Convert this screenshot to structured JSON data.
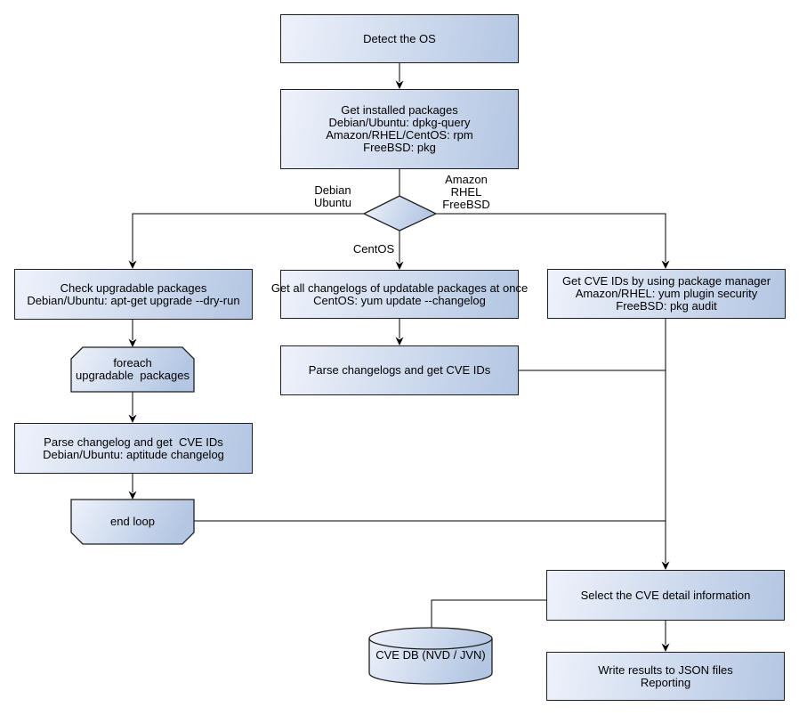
{
  "diagram_type": "flowchart",
  "nodes": {
    "detect_os": {
      "shape": "rectangle",
      "lines": [
        "Detect the OS"
      ]
    },
    "get_installed_packages": {
      "shape": "rectangle",
      "lines": [
        "Get installed packages",
        "Debian/Ubuntu: dpkg-query",
        "Amazon/RHEL/CentOS: rpm",
        "FreeBSD: pkg"
      ]
    },
    "os_decision": {
      "shape": "diamond",
      "lines": []
    },
    "check_upgradable_packages": {
      "shape": "rectangle",
      "lines": [
        "Check upgradable packages",
        "Debian/Ubuntu: apt-get upgrade --dry-run"
      ]
    },
    "foreach_upgradable_packages": {
      "shape": "loop-start",
      "lines": [
        "foreach",
        "upgradable  packages"
      ]
    },
    "parse_changelog_debian": {
      "shape": "rectangle",
      "lines": [
        "Parse changelog and get  CVE IDs",
        "Debian/Ubuntu: aptitude changelog"
      ]
    },
    "end_loop": {
      "shape": "loop-end",
      "lines": [
        "end loop"
      ]
    },
    "get_all_changelogs": {
      "shape": "rectangle",
      "lines": [
        "Get all changelogs of updatable packages at once",
        "CentOS: yum update --changelog"
      ]
    },
    "parse_changelogs_centos": {
      "shape": "rectangle",
      "lines": [
        "Parse changelogs and get CVE IDs"
      ]
    },
    "get_cve_ids_package_manager": {
      "shape": "rectangle",
      "lines": [
        "Get CVE IDs by using package manager",
        "Amazon/RHEL: yum plugin security",
        "FreeBSD: pkg audit"
      ]
    },
    "select_cve_detail": {
      "shape": "rectangle",
      "lines": [
        "Select the CVE detail information"
      ]
    },
    "cve_db": {
      "shape": "cylinder",
      "lines": [
        "CVE DB (NVD / JVN)"
      ]
    },
    "write_results": {
      "shape": "rectangle",
      "lines": [
        "Write results to JSON files",
        "Reporting"
      ]
    }
  },
  "edge_labels": {
    "debian_ubuntu": {
      "lines": [
        "Debian",
        "Ubuntu"
      ]
    },
    "amazon_rhel_freebsd": {
      "lines": [
        "Amazon",
        "RHEL",
        "FreeBSD"
      ]
    },
    "centos": {
      "lines": [
        "CentOS"
      ]
    }
  },
  "colors": {
    "background": "#ffffff",
    "node_fill_light": "#eef2fb",
    "node_fill_dark": "#b3c6e2",
    "node_border": "#1f1f1f",
    "connector": "#000000",
    "text": "#000000"
  }
}
